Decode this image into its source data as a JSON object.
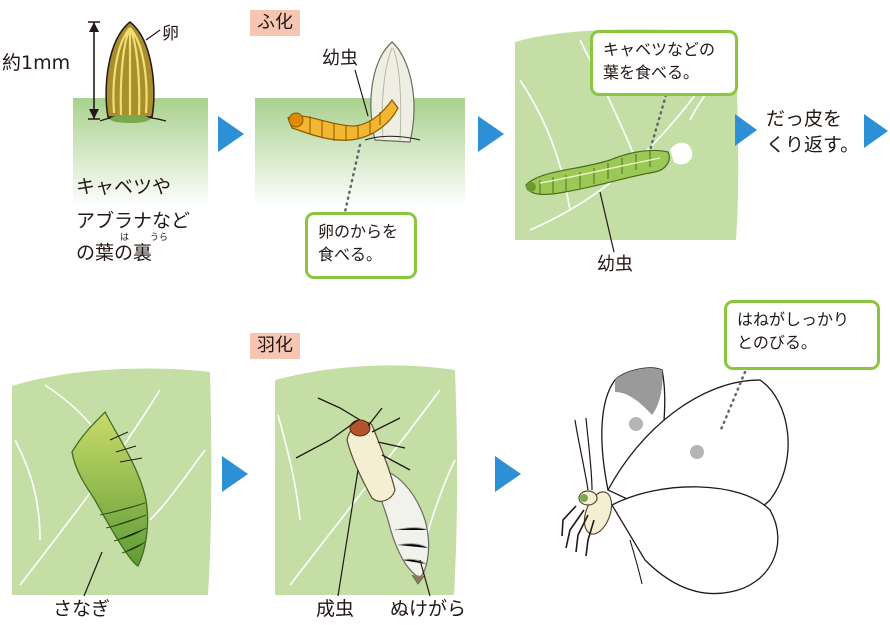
{
  "stages": {
    "egg": {
      "label": "卵",
      "size": "約1mm",
      "place_line1": "キャベツや",
      "place_line2": "アブラナなど",
      "place_line3": "の葉の裏",
      "ruby_ha": "は",
      "ruby_ura": "うら"
    },
    "hatch": {
      "tag": "ふ化",
      "larva": "幼虫",
      "bubble_line1": "卵のからを",
      "bubble_line2": "食べる。"
    },
    "feeding": {
      "bubble_line1": "キャベツなどの",
      "bubble_line2": "葉を食べる。",
      "larva": "幼虫"
    },
    "molt": {
      "line1": "だっ皮を",
      "line2": "くり返す。"
    },
    "pupa": {
      "label": "さなぎ"
    },
    "eclosion": {
      "tag": "羽化",
      "adult": "成虫",
      "shell": "ぬけがら"
    },
    "butterfly": {
      "bubble_line1": "はねがしっかり",
      "bubble_line2": "とのびる。"
    }
  },
  "colors": {
    "leaf_green": "#c4dea6",
    "arrow_blue": "#2d8fd5",
    "bubble_border": "#8cc63f",
    "tag_bg": "#f7c6b3",
    "larva_yellow": "#f2b631",
    "caterpillar_green": "#9cc955"
  }
}
